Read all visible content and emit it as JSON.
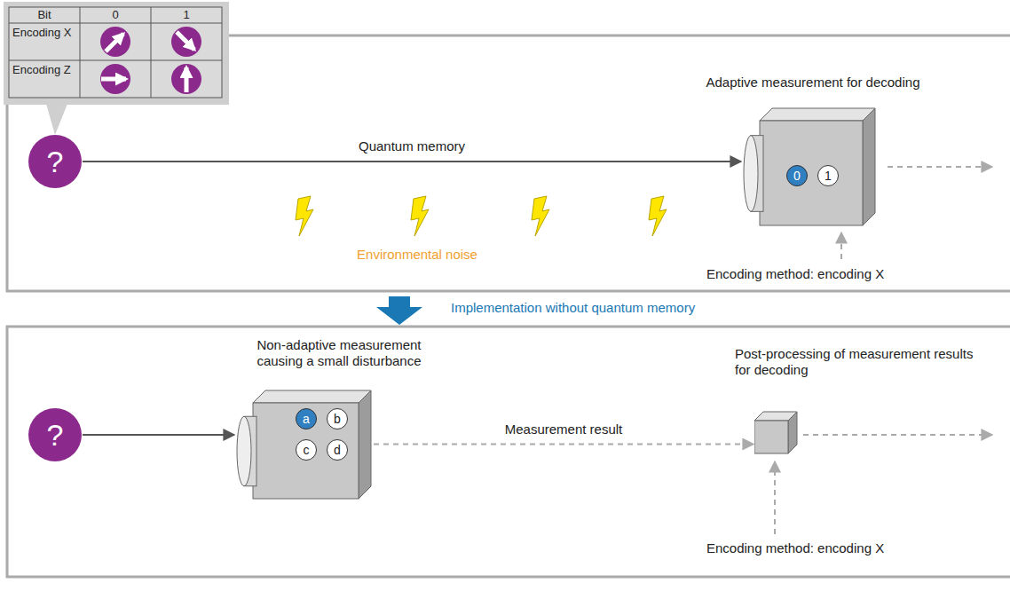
{
  "diagram": {
    "nodes": [
      {
        "text": [
          "?"
        ]
      },
      {
        "text": [
          "Adaptive measurement for decoding"
        ]
      },
      {
        "text": [
          "0"
        ],
        "in": 1
      },
      {
        "text": [
          "1"
        ],
        "in": 1
      },
      {
        "text": [
          "?"
        ]
      },
      {
        "text": [
          "Non-adaptive measurement causing a small disturbance"
        ]
      },
      {
        "text": [
          "a"
        ],
        "in": 5
      },
      {
        "text": [
          "b"
        ],
        "in": 5
      },
      {
        "text": [
          "c"
        ],
        "in": 5
      },
      {
        "text": [
          "d"
        ],
        "in": 5
      },
      {
        "text": [
          "Post-processing of measurement results for decoding"
        ]
      }
    ],
    "edges": [
      {
        "from": 0,
        "to": 1,
        "arrow": "to",
        "label": "Quantum memory"
      },
      {
        "from": 4,
        "to": 5,
        "arrow": "to"
      },
      {
        "from": 5,
        "to": 10,
        "arrow": "to",
        "label": "Measurement result"
      }
    ],
    "labels": [
      "Bit",
      "0",
      "1",
      "Encoding X",
      "Encoding Z",
      "Environmental noise",
      "Implementation without quantum memory",
      "Encoding method: encoding X",
      "Encoding method: encoding X"
    ]
  }
}
